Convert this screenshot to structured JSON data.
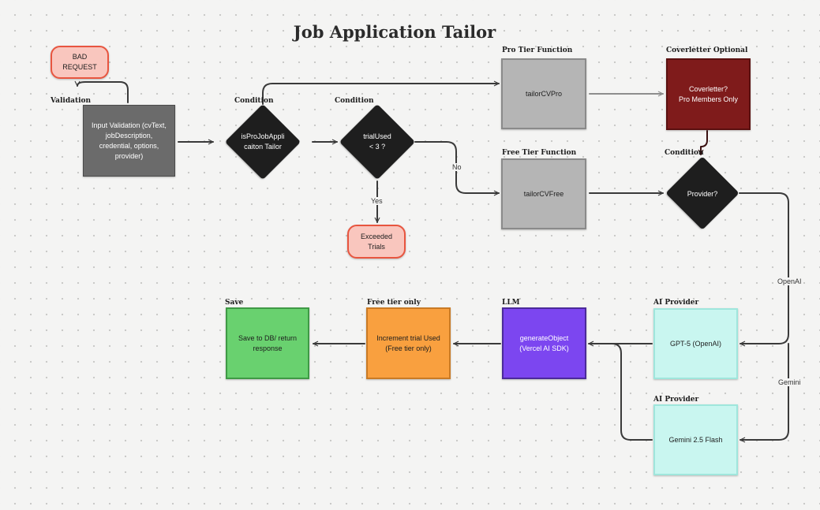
{
  "title": "Job Application Tailor",
  "sections": {
    "validation": "Validation",
    "condition_pro": "Condition",
    "condition_trial": "Condition",
    "pro_tier": "Pro Tier Function",
    "free_tier": "Free Tier Function",
    "coverletter_optional": "Coverletter Optional",
    "condition_provider": "Condition",
    "save": "Save",
    "free_tier_only": "Free tier only",
    "llm": "LLM",
    "ai_provider_gpt": "AI Provider",
    "ai_provider_gemini": "AI Provider"
  },
  "nodes": {
    "bad_request": "BAD REQUEST",
    "input_validation": "Input Validation (cvText, jobDescription, credential, options, provider)",
    "is_pro_line1": "isProJobAppli",
    "is_pro_line2": "caiton Tailor",
    "trial_line1": "trialUsed",
    "trial_line2": "< 3 ?",
    "exceeded_line1": "Exceeded",
    "exceeded_line2": "Trials",
    "tailor_pro": "tailorCVPro",
    "tailor_free": "tailorCVFree",
    "coverletter_line1": "Coverletter?",
    "coverletter_line2": "Pro Members Only",
    "provider": "Provider?",
    "gpt5": "GPT-5 (OpenAI)",
    "gemini": "Gemini 2.5 Flash",
    "generate_object": "generateObject (Vercel AI SDK)",
    "increment_trial": "Increment trial Used (Free tier only)",
    "save_db": "Save to DB/ return response"
  },
  "edge_labels": {
    "no": "No",
    "yes": "Yes",
    "openai": "OpenAI",
    "gemini": "Gemini"
  },
  "colors": {
    "validation_box": "#6b6b6b",
    "tier_box": "#b5b5b5",
    "coverletter_box": "#7f1b1b",
    "provider_box": "#c9f6f0",
    "generate_box": "#7c46f0",
    "increment_box": "#f9a03f",
    "save_box": "#69d16f",
    "error_pill": "#f9c6be"
  }
}
